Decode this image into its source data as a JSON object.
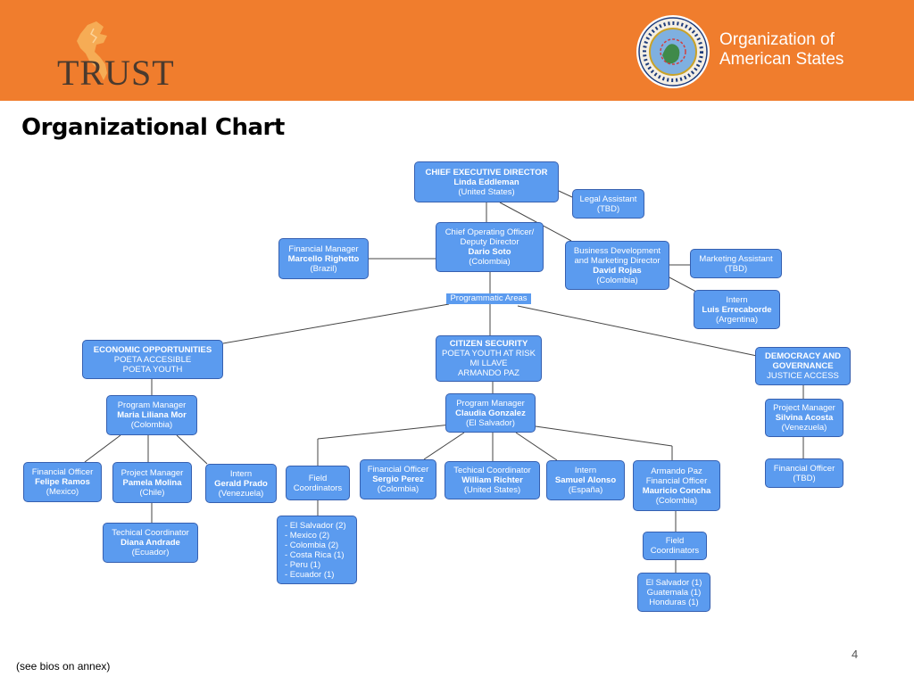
{
  "header": {
    "logo_text": "TRUST",
    "org_name_line1": "Organization of",
    "org_name_line2": "American States",
    "seal_text": "ORGANIZACION DE LOS ESTADOS AMERICANOS"
  },
  "title": "Organizational Chart",
  "nodes": {
    "ceo": {
      "line1": "CHIEF EXECUTIVE DIRECTOR",
      "line2": "Linda Eddleman",
      "line3": "(United States)"
    },
    "legal": {
      "line1": "Legal Assistant",
      "line2": "(TBD)"
    },
    "coo": {
      "line1": "Chief Operating Officer/",
      "line2": "Deputy Director",
      "line3": "Dario Soto",
      "line4": "(Colombia)"
    },
    "fin_mgr": {
      "line1": "Financial Manager",
      "line2": "Marcello Righetto",
      "line3": "(Brazil)"
    },
    "biz_dev": {
      "line1": "Business Development",
      "line2": "and Marketing Director",
      "line3": "David Rojas",
      "line4": "(Colombia)"
    },
    "mkt_asst": {
      "line1": "Marketing Assistant",
      "line2": "(TBD)"
    },
    "intern_luis": {
      "line1": "Intern",
      "line2": "Luis Errecaborde",
      "line3": "(Argentina)"
    },
    "prog_areas": "Programmatic Areas",
    "econ": {
      "line1": "ECONOMIC OPPORTUNITIES",
      "line2": "POETA ACCESIBLE",
      "line3": "POETA YOUTH"
    },
    "citizen": {
      "line1": "CITIZEN SECURITY",
      "line2": "POETA YOUTH AT RISK",
      "line3": "MI LLAVE",
      "line4": "ARMANDO PAZ"
    },
    "democracy": {
      "line1": "DEMOCRACY AND",
      "line2": "GOVERNANCE",
      "line3": "JUSTICE ACCESS"
    },
    "pm_maria": {
      "line1": "Program Manager",
      "line2": "Maria Liliana Mor",
      "line3": "(Colombia)"
    },
    "pm_claudia": {
      "line1": "Program Manager",
      "line2": "Claudia Gonzalez",
      "line3": "(El Salvador)"
    },
    "pm_silvina": {
      "line1": "Project Manager",
      "line2": "Silvina Acosta",
      "line3": "(Venezuela)"
    },
    "fo_felipe": {
      "line1": "Financial Officer",
      "line2": "Felipe Ramos",
      "line3": "(Mexico)"
    },
    "pm_pamela": {
      "line1": "Project Manager",
      "line2": "Pamela Molina",
      "line3": "(Chile)"
    },
    "intern_gerald": {
      "line1": "Intern",
      "line2": "Gerald Prado",
      "line3": "(Venezuela)"
    },
    "field_coord1": {
      "line1": "Field",
      "line2": "Coordinators"
    },
    "fo_sergio": {
      "line1": "Financial Officer",
      "line2": "Sergio Perez",
      "line3": "(Colombia)"
    },
    "tc_william": {
      "line1": "Techical Coordinator",
      "line2": "William Richter",
      "line3": "(United States)"
    },
    "intern_samuel": {
      "line1": "Intern",
      "line2": "Samuel Alonso",
      "line3": "(España)"
    },
    "armando_fo": {
      "line1": "Armando Paz",
      "line2": "Financial Officer",
      "line3": "Mauricio Concha",
      "line4": "(Colombia)"
    },
    "fo_tbd": {
      "line1": "Financial Officer",
      "line2": "(TBD)"
    },
    "tc_diana": {
      "line1": "Techical Coordinator",
      "line2": "Diana Andrade",
      "line3": "(Ecuador)"
    },
    "countries1": [
      "- El Salvador (2)",
      "- Mexico (2)",
      "- Colombia (2)",
      "- Costa Rica (1)",
      "- Peru (1)",
      "- Ecuador (1)"
    ],
    "field_coord2": {
      "line1": "Field",
      "line2": "Coordinators"
    },
    "countries2": [
      "El Salvador (1)",
      "Guatemala (1)",
      "Honduras (1)"
    ]
  },
  "page_number": "4",
  "footnote": "(see bios on annex)",
  "colors": {
    "header": "#f07d2d",
    "node_fill": "#5b9bef",
    "node_border": "#3660b0",
    "connector": "#444444"
  }
}
